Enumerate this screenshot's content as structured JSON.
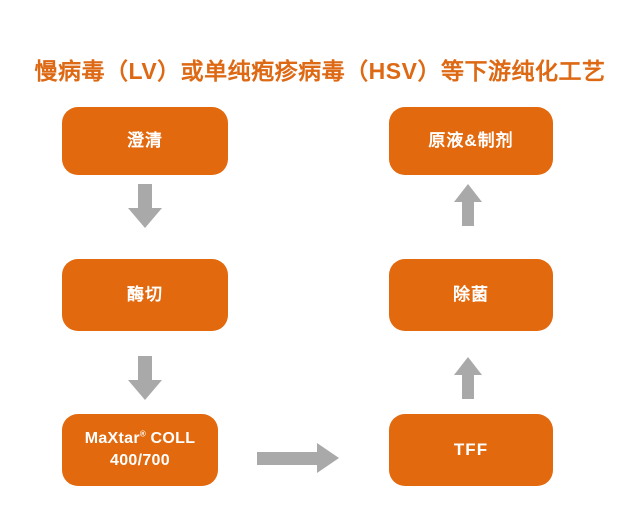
{
  "title": {
    "text": "慢病毒（LV）或单纯疱疹病毒（HSV）等下游纯化工艺"
  },
  "colors": {
    "background": "#FFFFFF",
    "title": "#DD6914",
    "box_fill": "#E2690E",
    "box_text": "#FFFFFF",
    "arrow": "#A9A9A9"
  },
  "steps": {
    "clarification": {
      "label": "澄清"
    },
    "enzyme_digestion": {
      "label": "酶切"
    },
    "maxtar_coll": {
      "brand": "MaXtar",
      "reg_mark": "®",
      "product": "COLL",
      "line2": "400/700"
    },
    "tff": {
      "label": "TFF"
    },
    "sterile_filtration": {
      "label": "除菌"
    },
    "bulk_and_formulation": {
      "label": "原液&制剂"
    }
  },
  "flow": {
    "connections": [
      {
        "from": "澄清",
        "to": "酶切",
        "direction": "down"
      },
      {
        "from": "酶切",
        "to": "MaXtar® COLL 400/700",
        "direction": "down"
      },
      {
        "from": "MaXtar® COLL 400/700",
        "to": "TFF",
        "direction": "right"
      },
      {
        "from": "TFF",
        "to": "除菌",
        "direction": "up"
      },
      {
        "from": "除菌",
        "to": "原液&制剂",
        "direction": "up"
      }
    ]
  },
  "icons": {
    "arrow_down": "gray solid down arrow",
    "arrow_up": "gray solid up arrow",
    "arrow_right": "gray solid right arrow"
  }
}
